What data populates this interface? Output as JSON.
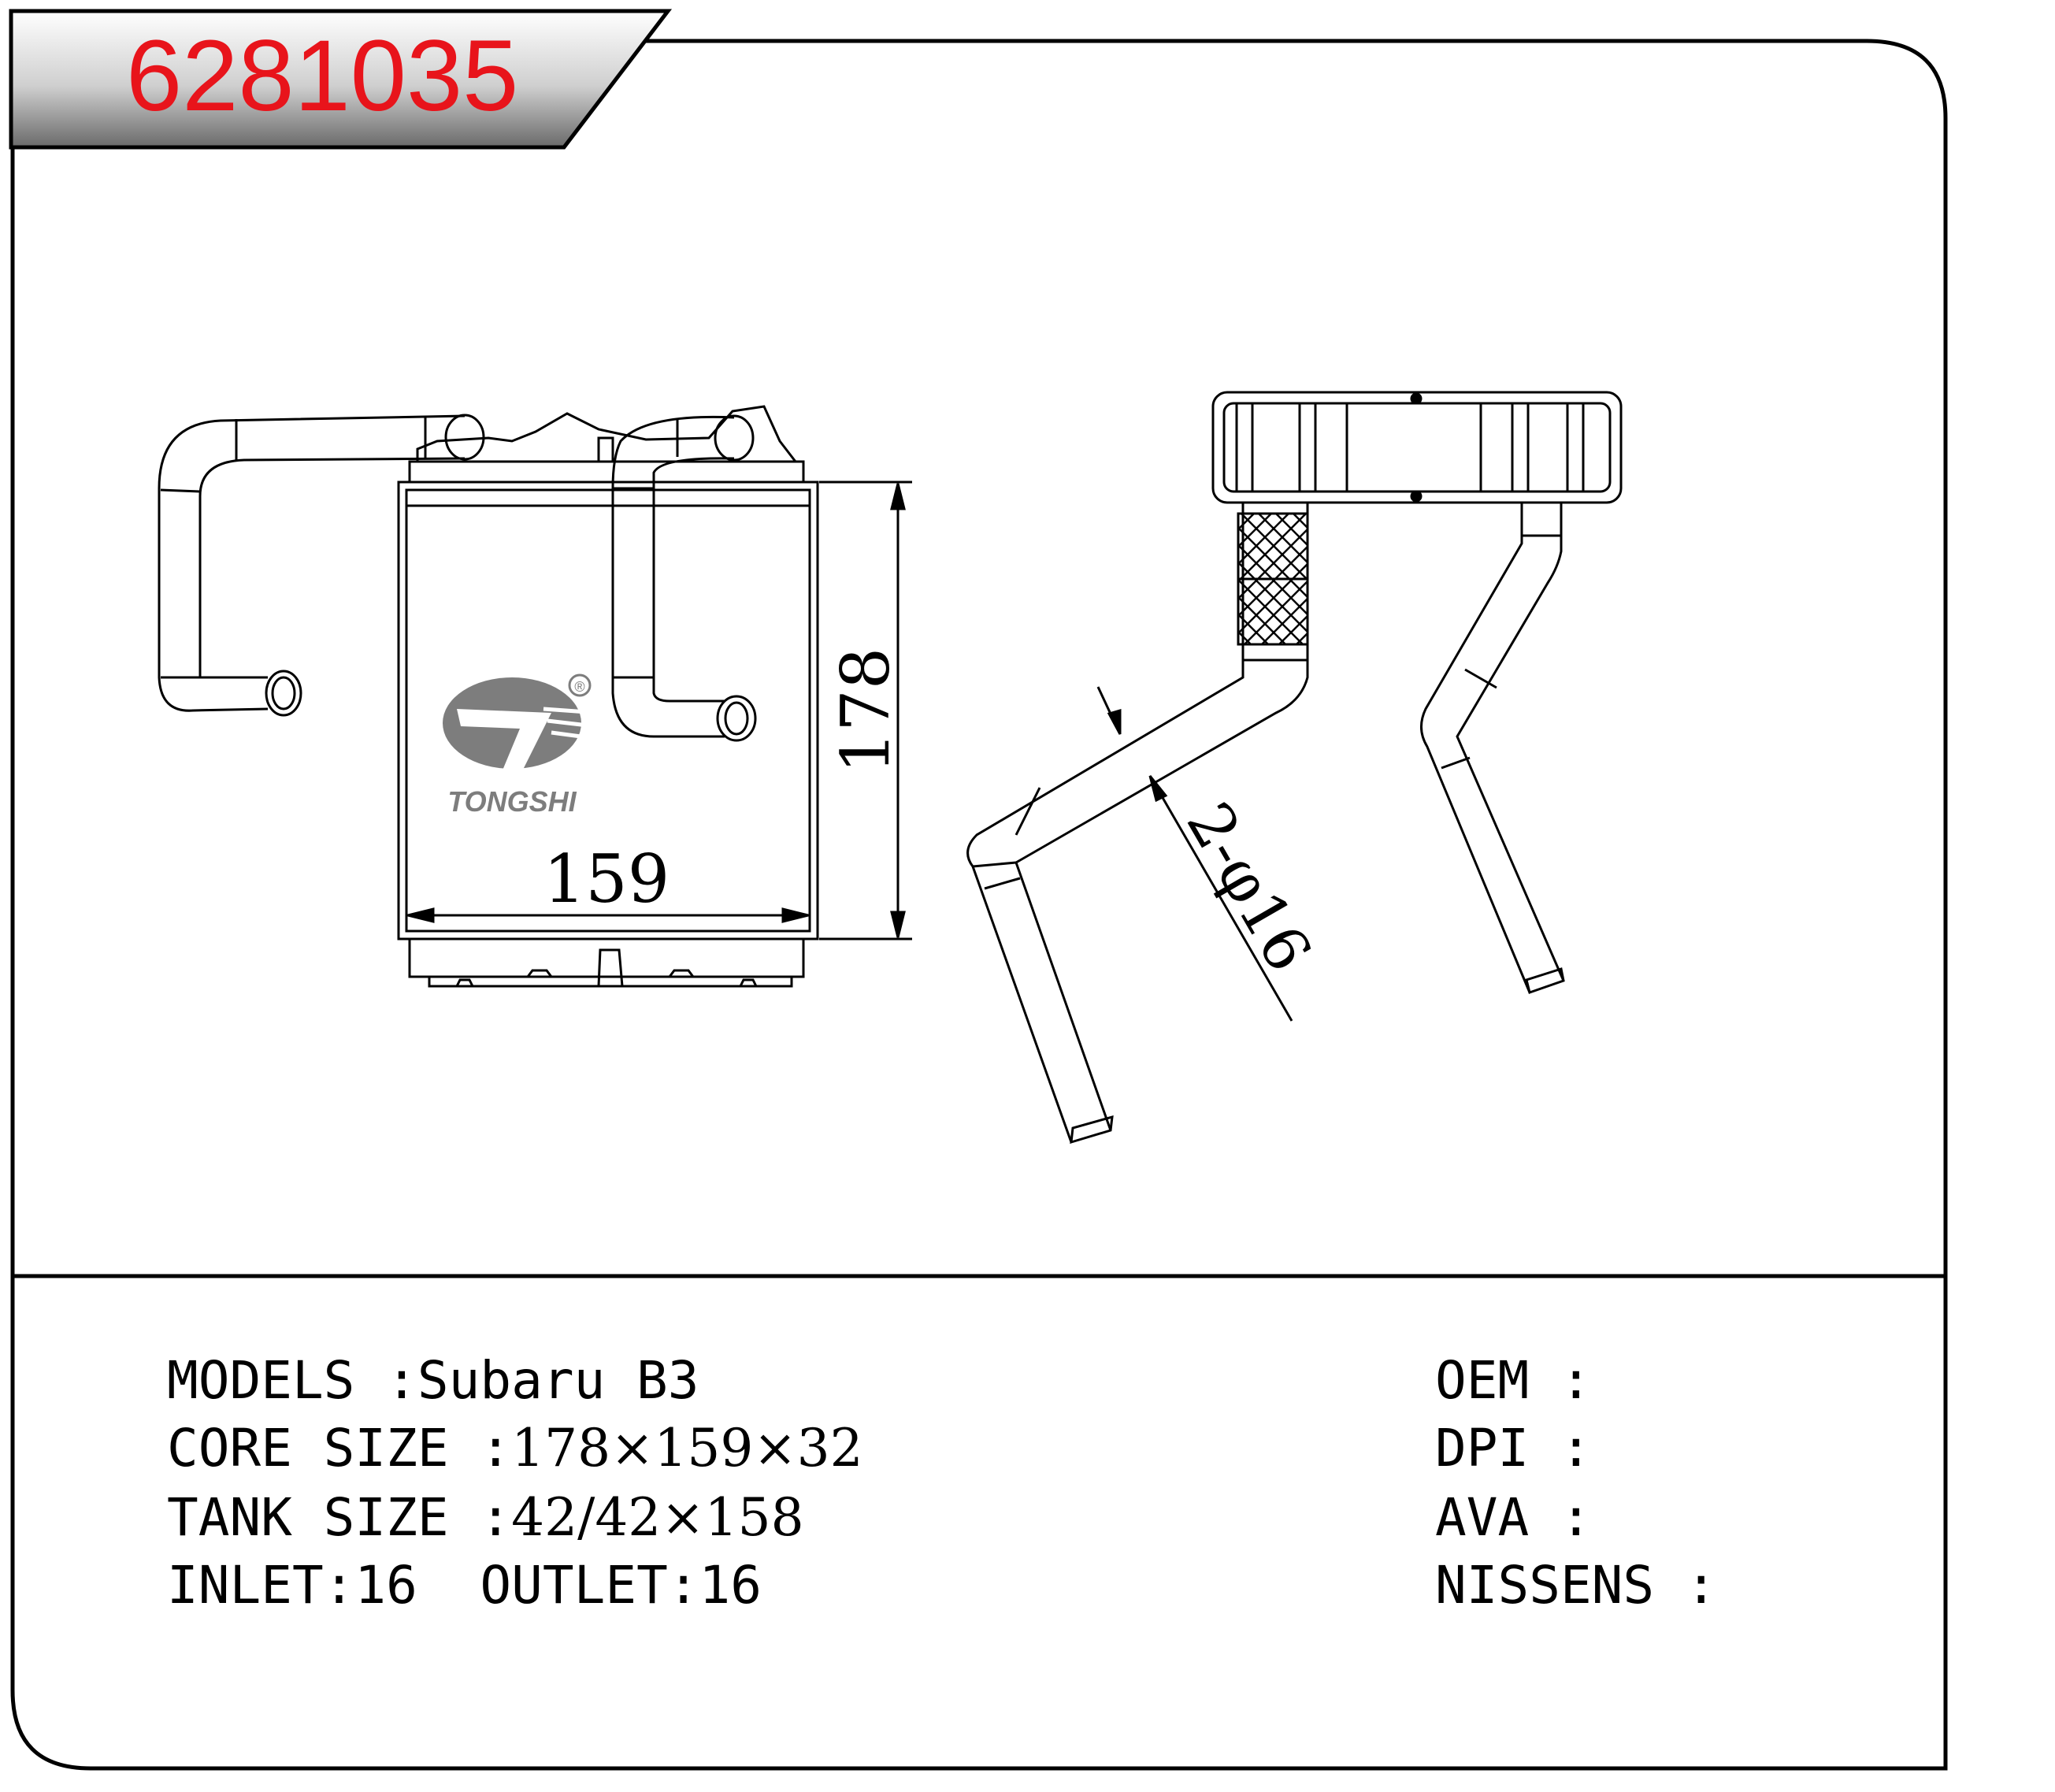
{
  "part_number": "6281035",
  "colors": {
    "part_number": "#e8141b",
    "frame": "#000000",
    "logo": "#7d7d7d"
  },
  "drawing": {
    "dimension_width": "159",
    "dimension_height": "178",
    "pipe_callout": "2-φ16",
    "logo_text": "TONGSHI",
    "logo_mark": "®"
  },
  "specs": {
    "models_label": "MODELS :",
    "models_value": "Subaru B3",
    "core_label": "CORE SIZE :",
    "core_value": "178×159×32",
    "tank_label": "TANK SIZE :",
    "tank_value": "42/42×158",
    "inlet_label": "INLET:",
    "inlet_value": "16",
    "outlet_label": "OUTLET:",
    "outlet_value": "16"
  },
  "references": {
    "oem_label": "OEM :",
    "oem_value": "",
    "dpi_label": "DPI :",
    "dpi_value": "",
    "ava_label": "AVA :",
    "ava_value": "",
    "nissens_label": "NISSENS :",
    "nissens_value": ""
  }
}
